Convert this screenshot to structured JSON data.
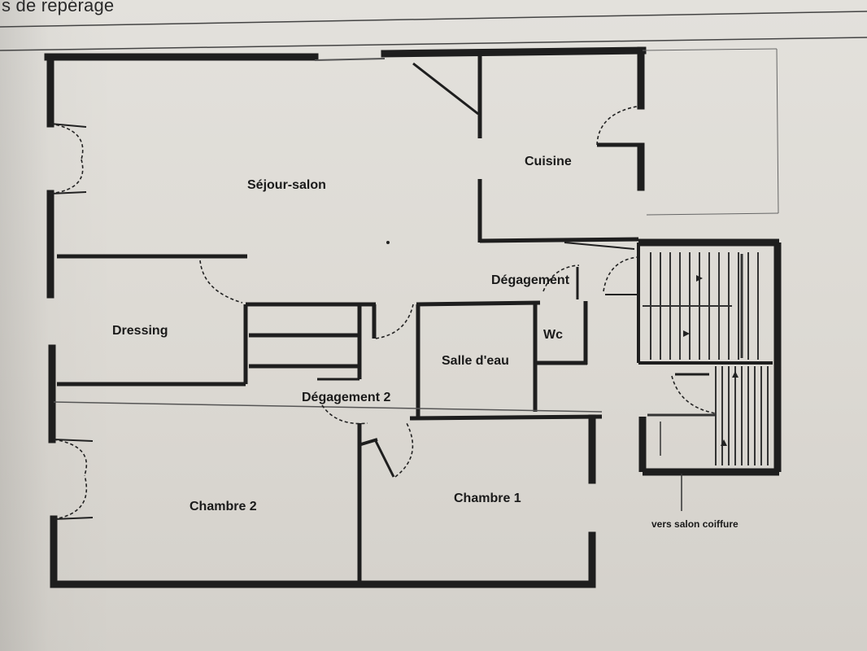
{
  "header": {
    "text": "s de repérage"
  },
  "rooms": {
    "sejour": "Séjour-salon",
    "cuisine": "Cuisine",
    "dressing": "Dressing",
    "degagement": "Dégagement",
    "wc": "Wc",
    "salle_deau": "Salle d'eau",
    "degagement2": "Dégagement 2",
    "chambre2": "Chambre 2",
    "chambre1": "Chambre 1"
  },
  "notes": {
    "stairs_to_salon": "vers salon coiffure"
  },
  "colors": {
    "wall": "#1e1e1e",
    "paper": "#dcd9d3",
    "thin_line": "#3a3a3a"
  }
}
